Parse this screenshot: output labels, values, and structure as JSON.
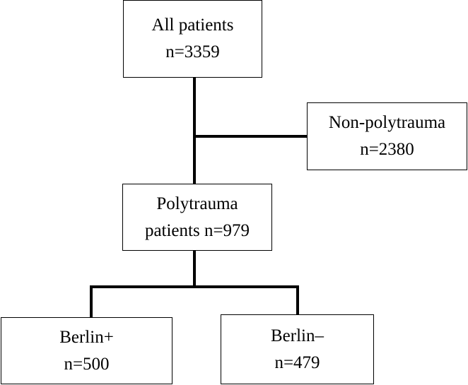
{
  "nodes": {
    "all_patients": {
      "line1": "All patients",
      "line2": "n=3359"
    },
    "non_polytrauma": {
      "line1": "Non-polytrauma",
      "line2": "n=2380"
    },
    "polytrauma": {
      "line1": "Polytrauma",
      "line2": "patients n=979"
    },
    "berlin_positive": {
      "line1": "Berlin+",
      "line2": "n=500"
    },
    "berlin_negative": {
      "line1": "Berlin–",
      "line2": "n=479"
    }
  },
  "colors": {
    "line": "#000000",
    "box_border": "#000000",
    "background": "#ffffff",
    "text": "#000000"
  }
}
